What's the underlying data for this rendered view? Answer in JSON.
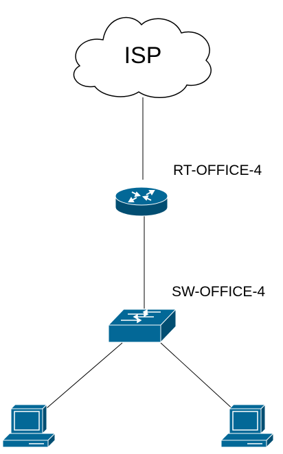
{
  "diagram": {
    "nodes": [
      {
        "id": "isp",
        "type": "cloud",
        "label": "ISP"
      },
      {
        "id": "router",
        "type": "router",
        "label": "RT-OFFICE-4"
      },
      {
        "id": "switch",
        "type": "switch",
        "label": "SW-OFFICE-4"
      },
      {
        "id": "pc-left",
        "type": "workstation",
        "label": ""
      },
      {
        "id": "pc-right",
        "type": "workstation",
        "label": ""
      }
    ],
    "links": [
      {
        "from": "isp",
        "to": "router"
      },
      {
        "from": "router",
        "to": "switch"
      },
      {
        "from": "switch",
        "to": "pc-left"
      },
      {
        "from": "switch",
        "to": "pc-right"
      }
    ],
    "colors": {
      "device_fill": "#036897",
      "device_dark": "#024e72",
      "line": "#000000",
      "cloud_stroke": "#000000",
      "cloud_fill": "#ffffff"
    },
    "icons": {
      "isp": "cloud-icon",
      "router": "router-icon",
      "switch": "switch-icon",
      "pc-left": "workstation-icon",
      "pc-right": "workstation-icon"
    }
  }
}
